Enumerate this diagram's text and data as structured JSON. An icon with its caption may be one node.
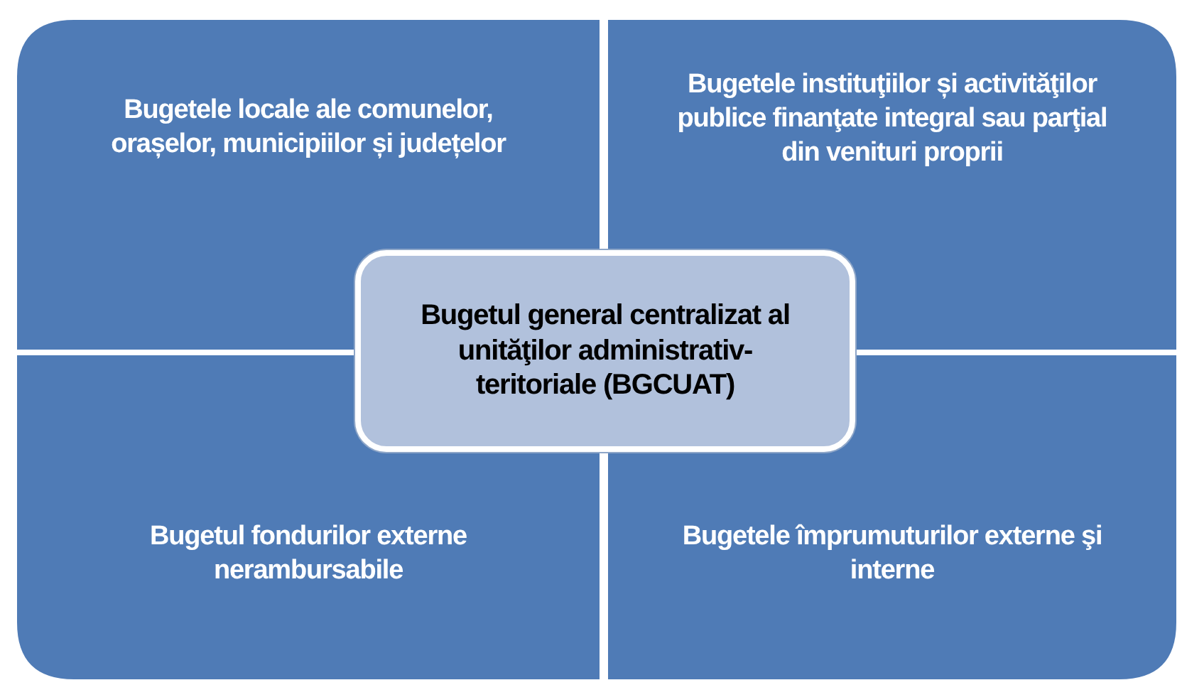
{
  "diagram": {
    "nodes": [
      {
        "text": [
          "Bugetele locale ale comunelor, orașelor, municipiilor și județelor"
        ]
      },
      {
        "text": [
          "Bugetele instituţiilor și activităţilor publice finanţate integral sau parţial din venituri proprii"
        ]
      },
      {
        "text": [
          "Bugetul general centralizat al unităţilor administrativ-teritoriale (BGCUAT)"
        ]
      },
      {
        "text": [
          "Bugetul fondurilor externe nerambursabile"
        ]
      },
      {
        "text": [
          "Bugetele împrumuturilor externe şi interne"
        ]
      }
    ]
  }
}
